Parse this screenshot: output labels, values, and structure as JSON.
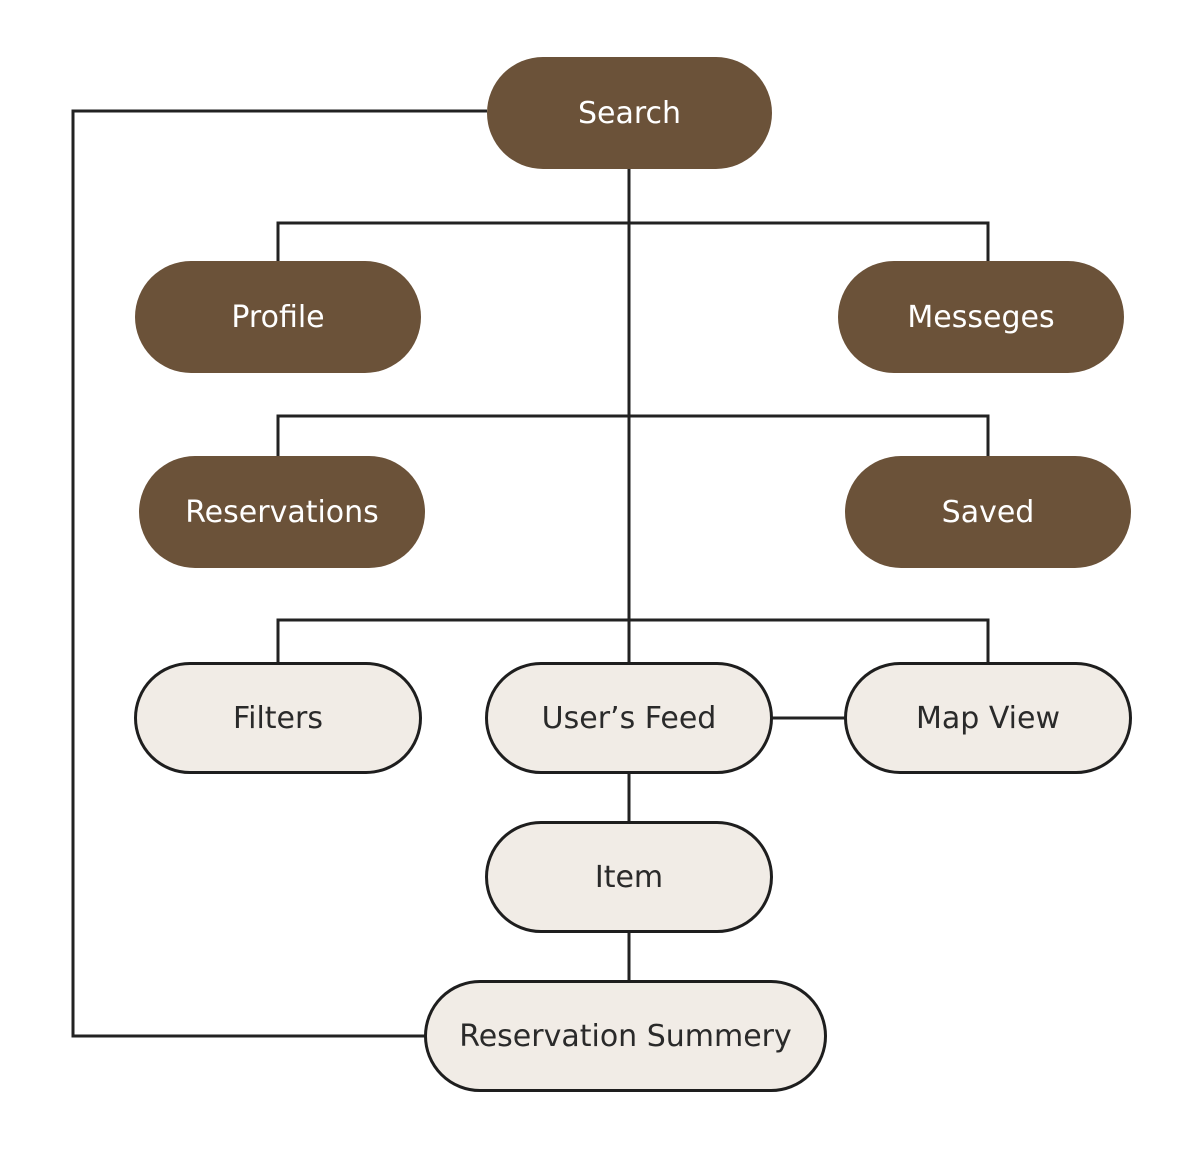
{
  "colors": {
    "primary_fill": "#6b5239",
    "primary_text": "#ffffff",
    "secondary_fill": "#f1ece6",
    "secondary_text": "#2a2a2a",
    "outline": "#1e1e1e",
    "connector": "#222222",
    "background": "#ffffff"
  },
  "nodes": {
    "search": "Search",
    "profile": "Profile",
    "messages": "Messeges",
    "reservations": "Reservations",
    "saved": "Saved",
    "filters": "Filters",
    "users_feed": "User’s Feed",
    "map_view": "Map View",
    "item": "Item",
    "reservation_summary": "Reservation Summery"
  },
  "edges": [
    [
      "search",
      "profile"
    ],
    [
      "search",
      "messages"
    ],
    [
      "search",
      "reservations"
    ],
    [
      "search",
      "saved"
    ],
    [
      "search",
      "filters"
    ],
    [
      "search",
      "users_feed"
    ],
    [
      "search",
      "map_view"
    ],
    [
      "users_feed",
      "map_view"
    ],
    [
      "users_feed",
      "item"
    ],
    [
      "item",
      "reservation_summary"
    ],
    [
      "search",
      "reservation_summary"
    ]
  ]
}
